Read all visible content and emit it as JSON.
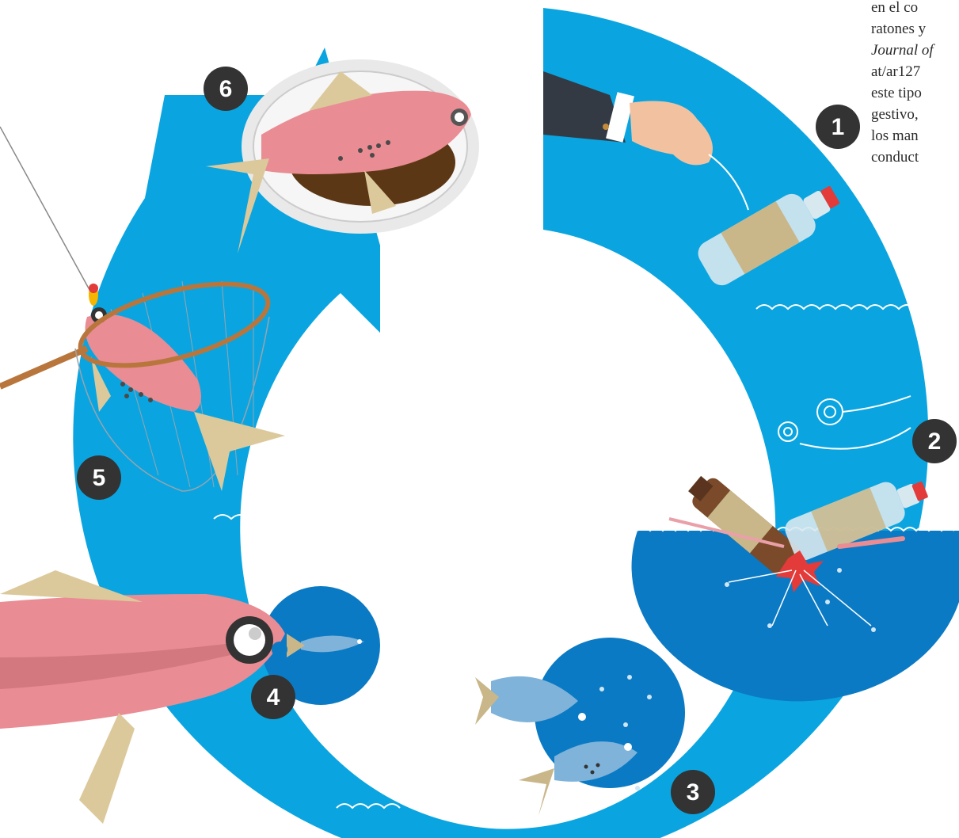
{
  "step_numbers": [
    "1",
    "2",
    "3",
    "4",
    "5",
    "6"
  ],
  "side_text_lines": [
    "en el co",
    "ratones y",
    "Journal of",
    "at/ar127",
    "este tipo",
    "gestivo,",
    "los man",
    "conduct"
  ],
  "colors": {
    "cycle_blue": "#0aa5e0",
    "deep_water": "#0b7ac4",
    "fish_pink": "#e98c93",
    "fin_tan": "#dcc99b",
    "small_fish": "#7fb3d9",
    "badge": "#333333"
  },
  "icons": [
    "hand-icon",
    "plastic-bottle-icon",
    "broken-bottle-icon",
    "small-fish-icon",
    "big-fish-icon",
    "fishing-net-icon",
    "plate-fish-icon"
  ]
}
